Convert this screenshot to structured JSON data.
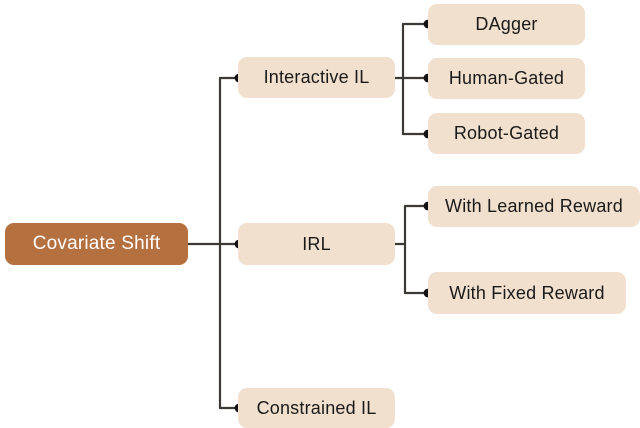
{
  "diagram": {
    "type": "tree",
    "orientation": "left-to-right",
    "colors": {
      "root_fill": "#b5703f",
      "root_text": "#ffffff",
      "node_fill": "#f2e0ce",
      "node_text": "#1a1a1a",
      "edge": "#3d3a36",
      "dot": "#111111",
      "background": "#ffffff"
    },
    "root": {
      "label": "Covariate Shift"
    },
    "branches": [
      {
        "label": "Interactive IL",
        "children": [
          {
            "label": "DAgger"
          },
          {
            "label": "Human-Gated"
          },
          {
            "label": "Robot-Gated"
          }
        ]
      },
      {
        "label": "IRL",
        "children": [
          {
            "label": "With Learned Reward"
          },
          {
            "label": "With Fixed Reward"
          }
        ]
      },
      {
        "label": "Constrained IL",
        "children": []
      }
    ]
  }
}
